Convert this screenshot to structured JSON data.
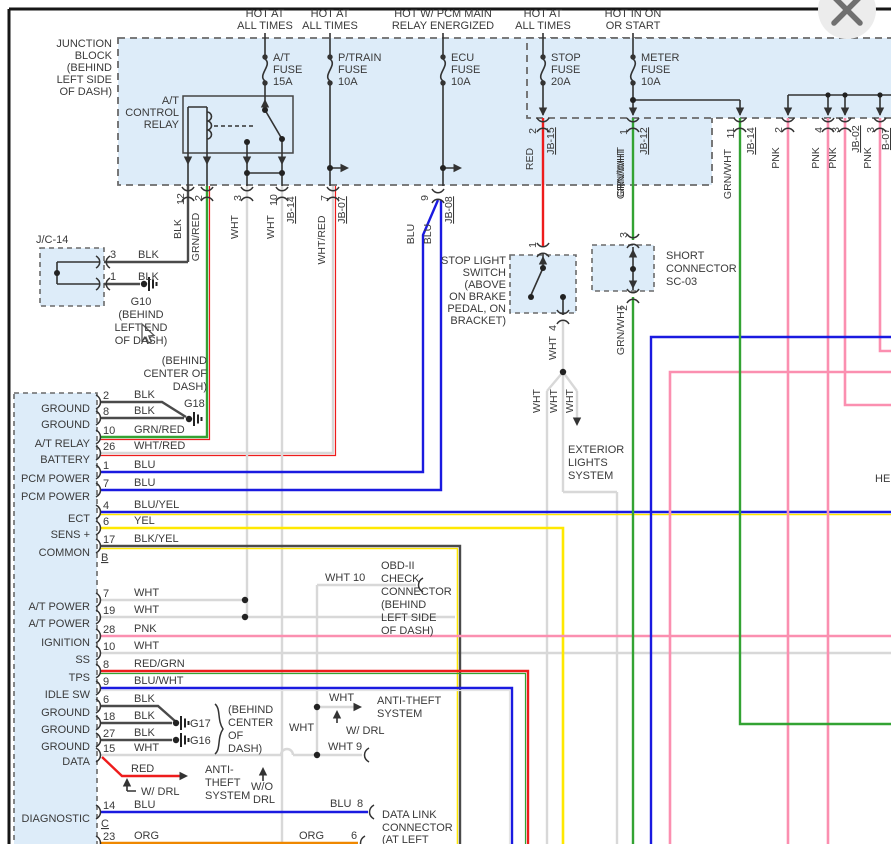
{
  "feeds": [
    {
      "l1": "HOT AT",
      "l2": "ALL TIMES"
    },
    {
      "l1": "HOT AT",
      "l2": "ALL TIMES"
    },
    {
      "l1": "HOT W/ PCM MAIN",
      "l2": "RELAY ENERGIZED"
    },
    {
      "l1": "HOT AT",
      "l2": "ALL TIMES"
    },
    {
      "l1": "HOT IN ON",
      "l2": "OR START"
    }
  ],
  "fuses": [
    {
      "n": "A/T",
      "t": "FUSE",
      "r": "15A"
    },
    {
      "n": "P/TRAIN",
      "t": "FUSE",
      "r": "10A"
    },
    {
      "n": "ECU",
      "t": "FUSE",
      "r": "10A"
    },
    {
      "n": "STOP",
      "t": "FUSE",
      "r": "20A"
    },
    {
      "n": "METER",
      "t": "FUSE",
      "r": "10A"
    }
  ],
  "junction_block": {
    "l1": "JUNCTION",
    "l2": "BLOCK",
    "l3": "(BEHIND",
    "l4": "LEFT SIDE",
    "l5": "OF DASH)"
  },
  "relay": {
    "l1": "A/T",
    "l2": "CONTROL",
    "l3": "RELAY"
  },
  "jb1_exits": {
    "p12": "12",
    "c12": "BLK",
    "p2": "2",
    "c2": "GRN/RED",
    "p3": "3",
    "c3": "WHT",
    "p10": "10",
    "r10": "JB-14",
    "c10": "WHT",
    "p7": "7",
    "r7": "JB-07",
    "c7": "WHT/RED",
    "p9": "9",
    "r9": "JB-08",
    "c9a": "BLU",
    "c9b": "BLU"
  },
  "jb2_exits": {
    "p1": "2",
    "r1": "JB-15",
    "c1": "RED",
    "p2": "1",
    "r2": "JB-12",
    "c2": "GRN/WHT",
    "p3": "11",
    "r3": "JB-14",
    "c3": "GRN/WHT",
    "p4": "2",
    "c4": "PNK",
    "p5": "4",
    "c5": "PNK",
    "p6": "3",
    "r6": "JB-02",
    "c6": "PNK",
    "p7": "3",
    "r7": "B-07",
    "c7": "PNK"
  },
  "jc14": {
    "title": "J/C-14",
    "pin_a": "3",
    "col_a": "BLK",
    "pin_b": "1",
    "col_b": "BLK"
  },
  "g10": {
    "l1": "G10",
    "l2": "(BEHIND",
    "l3": "LEFT END",
    "l4": "OF DASH)"
  },
  "g18": {
    "ref": "G18",
    "n1": "(BEHIND",
    "n2": "CENTER OF",
    "n3": "DASH)"
  },
  "g1716": {
    "ref_a": "G17",
    "ref_b": "G16",
    "n1": "(BEHIND",
    "n2": "CENTER",
    "n3": "OF",
    "n4": "DASH)"
  },
  "sls": {
    "l1": "STOP LIGHT",
    "l2": "SWITCH",
    "l3": "(ABOVE",
    "l4": "ON BRAKE",
    "l5": "PEDAL, ON",
    "l6": "BRACKET)",
    "pt": "1",
    "pb": "4",
    "w": "WHT",
    "f1": "WHT",
    "f2": "WHT",
    "f3": "WHT"
  },
  "sc03": {
    "l1": "SHORT",
    "l2": "CONNECTOR",
    "l3": "SC-03",
    "pt": "3",
    "pb": "2",
    "wa": "GRN/WHT",
    "wb": "GRN/WHT"
  },
  "ext": {
    "l1": "EXTERIOR",
    "l2": "LIGHTS",
    "l3": "SYSTEM"
  },
  "obd": {
    "l1": "OBD-II",
    "l2": "CHECK",
    "l3": "CONNECTOR",
    "l4": "(BEHIND",
    "l5": "LEFT SIDE",
    "l6": "OF DASH)",
    "w": "WHT",
    "p": "10"
  },
  "rows": [
    {
      "lab": "GROUND",
      "pin": "2",
      "col": "BLK"
    },
    {
      "lab": "GROUND",
      "pin": "8",
      "col": "BLK"
    },
    {
      "lab": "A/T RELAY",
      "pin": "10",
      "col": "GRN/RED"
    },
    {
      "lab": "BATTERY",
      "pin": "26",
      "col": "WHT/RED"
    },
    {
      "lab": "PCM POWER",
      "pin": "1",
      "col": "BLU"
    },
    {
      "lab": "PCM POWER",
      "pin": "7",
      "col": "BLU"
    },
    {
      "lab": "ECT",
      "pin": "4",
      "col": "BLU/YEL"
    },
    {
      "lab": "SENS +",
      "pin": "6",
      "col": "YEL"
    },
    {
      "lab": "COMMON",
      "pin": "17",
      "col": "BLK/YEL"
    },
    {
      "lab": "A/T POWER",
      "pin": "7",
      "col": "WHT"
    },
    {
      "lab": "A/T POWER",
      "pin": "19",
      "col": "WHT"
    },
    {
      "lab": "IGNITION",
      "pin": "28",
      "col": "PNK"
    },
    {
      "lab": "SS",
      "pin": "10",
      "col": "WHT"
    },
    {
      "lab": "TPS",
      "pin": "8",
      "col": "RED/GRN"
    },
    {
      "lab": "IDLE SW",
      "pin": "9",
      "col": "BLU/WHT"
    },
    {
      "lab": "GROUND",
      "pin": "6",
      "col": "BLK"
    },
    {
      "lab": "GROUND",
      "pin": "18",
      "col": "BLK"
    },
    {
      "lab": "GROUND",
      "pin": "27",
      "col": "BLK"
    },
    {
      "lab": "DATA",
      "pin": "15",
      "col": "WHT"
    },
    {
      "lab": "DIAGNOSTIC",
      "pin": "14",
      "col": "BLU"
    },
    {
      "lab": "",
      "pin": "23",
      "col": "ORG"
    }
  ],
  "sec_b": "B",
  "sec_c": "C",
  "at_up": {
    "w": "WHT",
    "t1": "ANTI-THEFT",
    "t2": "SYSTEM",
    "v": "W/ DRL",
    "lane": "WHT"
  },
  "at_lo": {
    "w": "RED",
    "t1": "ANTI-",
    "t2": "THEFT",
    "t3": "SYSTEM",
    "v": "W/ DRL",
    "wo1": "W/O",
    "wo2": "DRL"
  },
  "dlc": {
    "w9": "WHT",
    "p9": "9",
    "w8": "BLU",
    "p8": "8",
    "w6": "ORG",
    "p6": "6",
    "l1": "DATA LINK",
    "l2": "CONNECTOR",
    "l3": "(AT LEFT"
  },
  "edge": {
    "frag": "HE"
  }
}
